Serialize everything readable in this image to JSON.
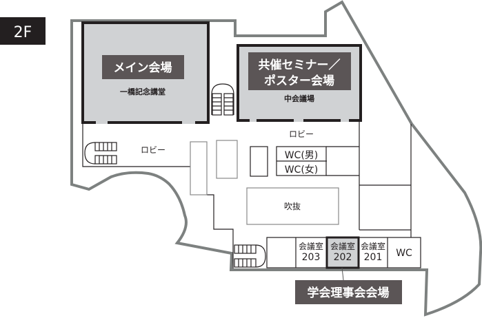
{
  "floor": "2F",
  "rooms": {
    "main_hall": {
      "label": "メイン会場",
      "name": "一橋記念講堂"
    },
    "seminar_hall": {
      "label_line1": "共催セミナー／",
      "label_line2": "ポスター会場",
      "name": "中会議場"
    },
    "lobby_upper": "ロビー",
    "lobby_left": "ロビー",
    "wc_male": "WC(男)",
    "wc_female": "WC(女)",
    "atrium": "吹抜",
    "room_203": {
      "label": "会議室",
      "number": "203"
    },
    "room_202": {
      "label": "会議室",
      "number": "202"
    },
    "room_201": {
      "label": "会議室",
      "number": "201"
    },
    "wc": "WC",
    "board_meeting_label": "学会理事会会場"
  },
  "colors": {
    "wall": "#7d8180",
    "label_bg": "#5b5556",
    "hall_fill": "#d0d2d4"
  }
}
